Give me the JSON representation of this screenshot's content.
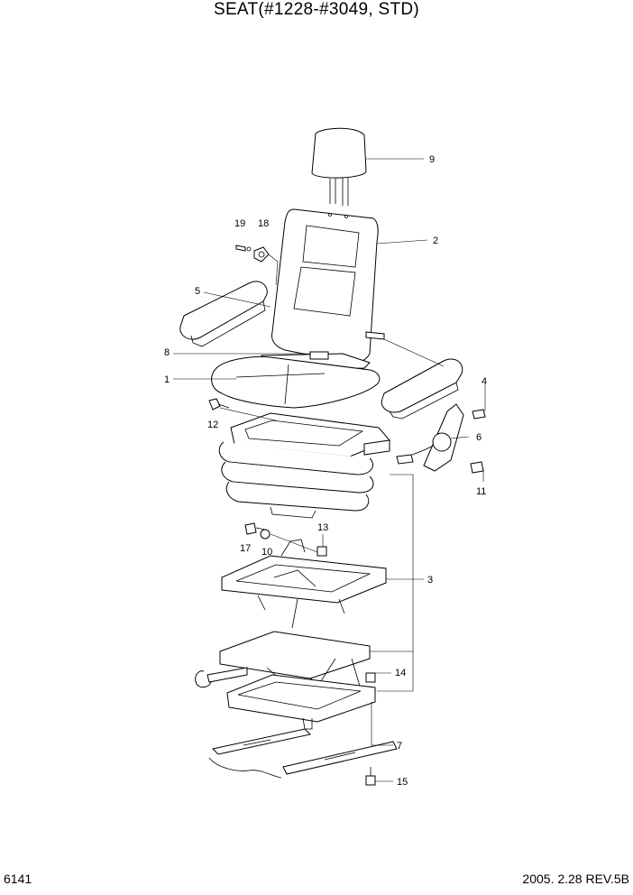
{
  "title": "SEAT(#1228-#3049, STD)",
  "page_number": "6141",
  "revision": "2005. 2.28  REV.5B",
  "callouts": [
    "1",
    "2",
    "3",
    "4",
    "5",
    "6",
    "7",
    "8",
    "9",
    "10",
    "11",
    "12",
    "13",
    "14",
    "15",
    "17",
    "18",
    "19"
  ]
}
